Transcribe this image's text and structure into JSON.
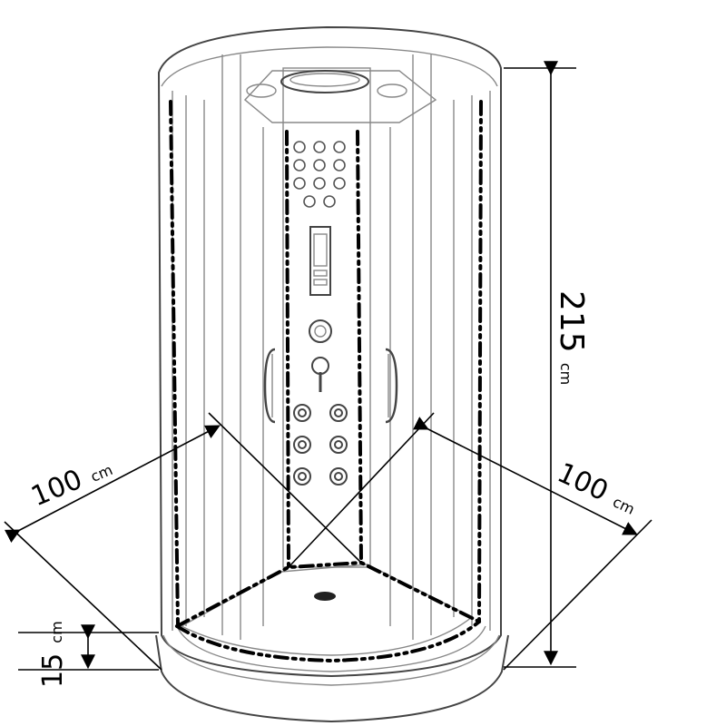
{
  "dimensions": {
    "height": {
      "value": "215",
      "unit": "cm"
    },
    "width_left": {
      "value": "100",
      "unit": "cm"
    },
    "width_right": {
      "value": "100",
      "unit": "cm"
    },
    "tray_height": {
      "value": "15",
      "unit": "cm"
    }
  },
  "colors": {
    "line": "#444444",
    "dash": "#000000",
    "background": "#ffffff"
  },
  "icons": [
    "shower-cabin-outline",
    "rain-shower-head-icon",
    "control-panel-icon",
    "body-jet-icon",
    "door-handle-icon",
    "drain-icon"
  ]
}
